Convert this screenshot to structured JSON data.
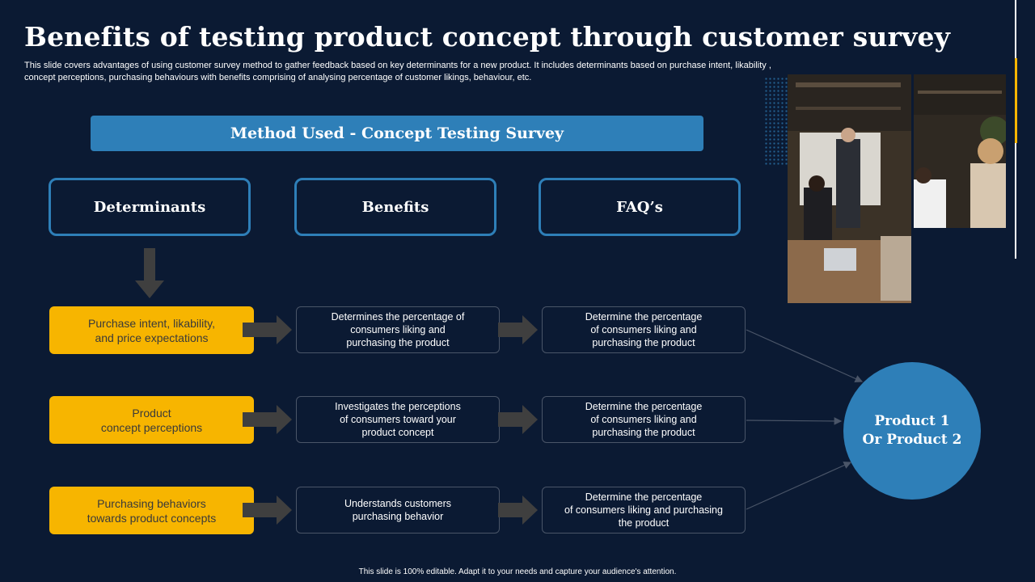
{
  "title": "Benefits of testing product concept through customer survey",
  "subtitle": "This slide covers advantages of using customer survey method to gather feedback based on key determinants for a new product. It includes determinants based on purchase intent, likability , concept perceptions, purchasing behaviours with benefits comprising of analysing percentage of customer likings, behaviour, etc.",
  "method_bar": "Method Used  - Concept Testing Survey",
  "headers": [
    "Determinants",
    "Benefits",
    "FAQ’s"
  ],
  "rows": [
    {
      "determinant": "Purchase intent, likability,\nand price expectations",
      "benefit": "Determines  the percentage of\nconsumers liking and\npurchasing the product",
      "faq": "Determine the percentage\nof consumers liking and\npurchasing the product"
    },
    {
      "determinant": "Product\nconcept perceptions",
      "benefit": "Investigates the perceptions\nof consumers toward  your\nproduct concept",
      "faq": "Determine the percentage\nof consumers liking and\npurchasing the product"
    },
    {
      "determinant": "Purchasing behaviors\ntowards product concepts",
      "benefit": "Understands customers\npurchasing behavior",
      "faq": "Determine the percentage\nof consumers liking and purchasing\nthe product"
    }
  ],
  "result_circle": "Product 1\nOr Product 2",
  "footer": "This slide is 100% editable.  Adapt it to your needs and capture your audience's attention.",
  "colors": {
    "background": "#0b1a33",
    "accent_blue": "#2e7fb8",
    "accent_yellow": "#f7b500",
    "arrow_gray": "#3f3f3f"
  }
}
